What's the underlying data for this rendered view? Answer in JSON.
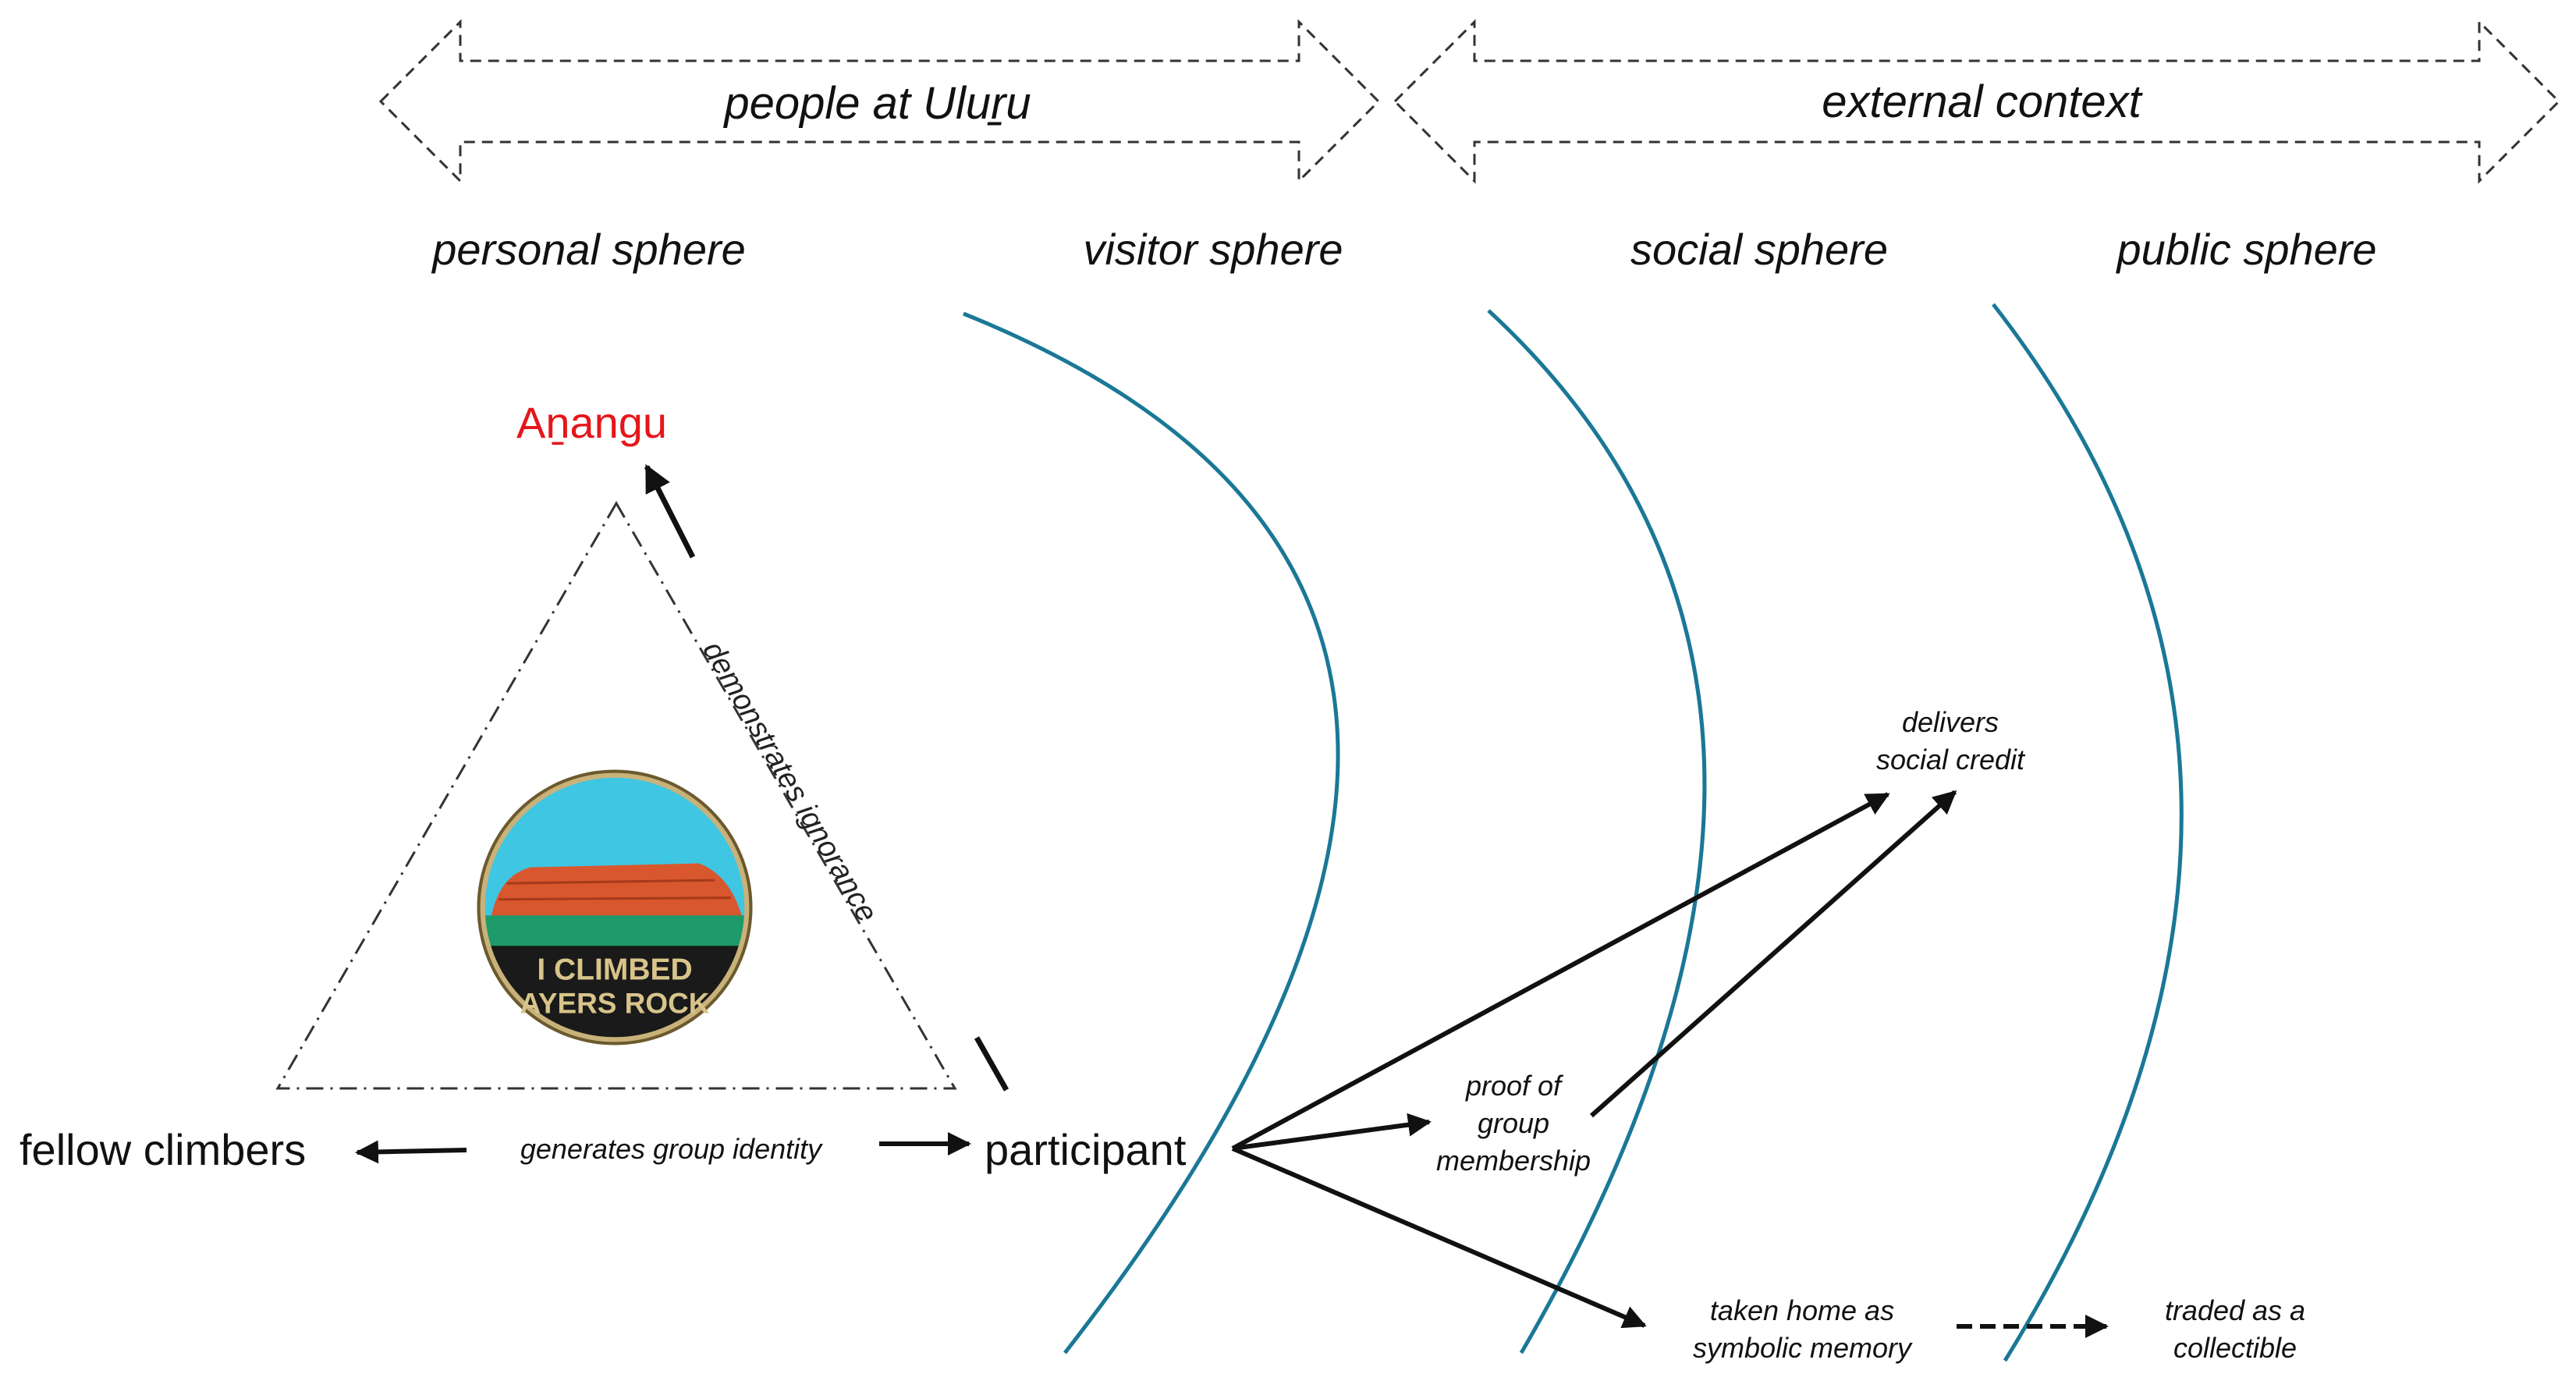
{
  "banners": {
    "left": "people at Uluṟu",
    "right": "external context"
  },
  "spheres": {
    "personal": "personal sphere",
    "visitor": "visitor sphere",
    "social": "social sphere",
    "public": "public sphere"
  },
  "nodes": {
    "anangu": "Aṉangu",
    "fellow_climbers": "fellow climbers",
    "participant": "participant"
  },
  "edges": {
    "demonstrates_ignorance": "demonstrates ignorance",
    "generates_group_identity": "generates group identity",
    "proof_line1": "proof of",
    "proof_line2": "group",
    "proof_line3": "membership",
    "delivers_line1": "delivers",
    "delivers_line2": "social credit",
    "taken_line1": "taken home as",
    "taken_line2": "symbolic memory",
    "traded_line1": "traded as a",
    "traded_line2": "collectible"
  },
  "badge": {
    "line1": "I CLIMBED",
    "line2": "AYERS ROCK"
  },
  "colors": {
    "anangu_text": "#e5161b",
    "sphere_arc": "#1a7896",
    "badge_sky": "#3fc6e2",
    "badge_rock": "#d9572e",
    "badge_ground": "#1f9a6a",
    "badge_rim": "#6b5a2e",
    "arrow": "#111111"
  }
}
